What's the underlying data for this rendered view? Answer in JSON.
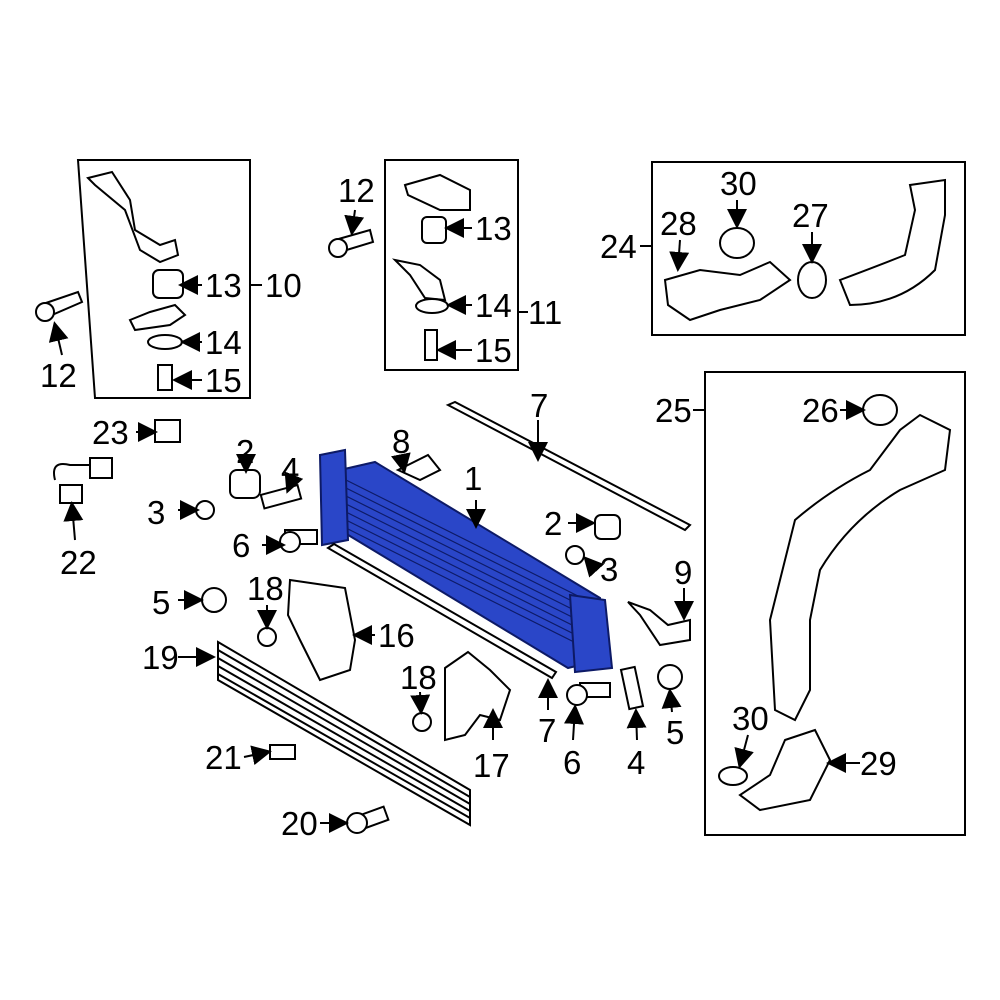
{
  "diagram": {
    "highlight_color": "#2a46c8",
    "callouts": [
      "1",
      "2",
      "2",
      "3",
      "3",
      "4",
      "4",
      "5",
      "5",
      "6",
      "6",
      "7",
      "7",
      "8",
      "9",
      "10",
      "11",
      "12",
      "12",
      "13",
      "13",
      "14",
      "14",
      "15",
      "15",
      "16",
      "17",
      "18",
      "18",
      "19",
      "20",
      "21",
      "22",
      "23",
      "24",
      "25",
      "26",
      "27",
      "28",
      "29",
      "30",
      "30"
    ]
  }
}
